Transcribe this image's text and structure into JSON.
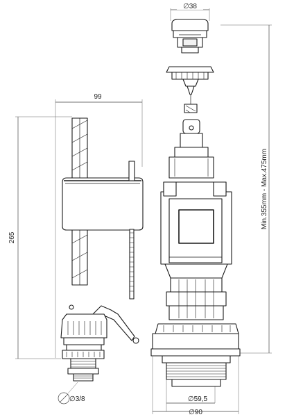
{
  "dimensions": {
    "button_diameter": "∅38",
    "valve_width": "99",
    "valve_height": "265",
    "valve_inlet": "∅3/8",
    "height_range": "Min.355mm - Max.475mm",
    "thread_diameter": "∅59,5",
    "flange_diameter": "∅90"
  }
}
